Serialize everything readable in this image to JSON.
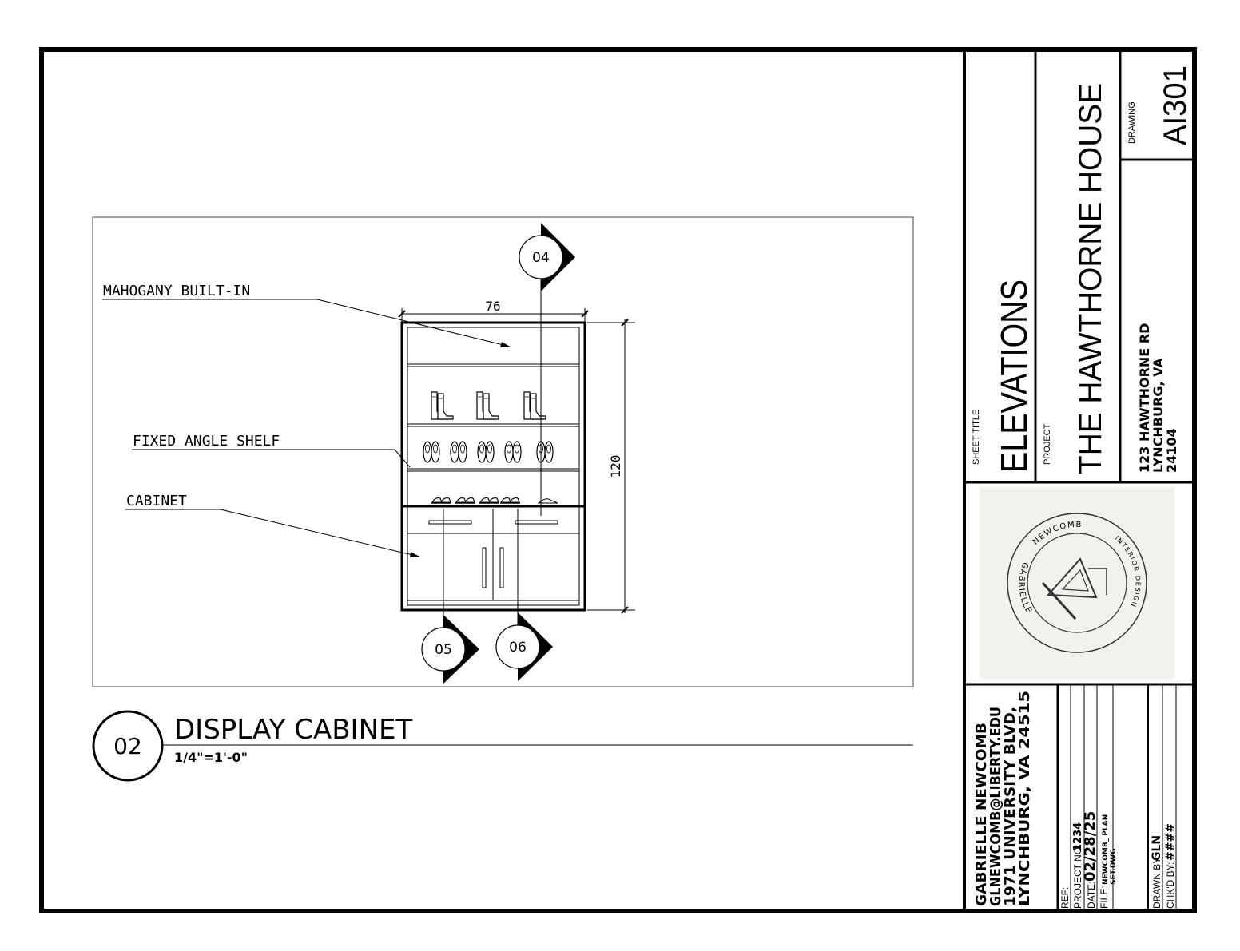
{
  "drawing": {
    "callouts": {
      "mahogany": "MAHOGANY BUILT-IN",
      "shelf": "FIXED ANGLE SHELF",
      "cabinet": "CABINET"
    },
    "dimensions": {
      "width": "76",
      "height": "120"
    },
    "section_markers": [
      "04",
      "05",
      "06"
    ],
    "detail": {
      "number": "02",
      "title": "DISPLAY CABINET",
      "scale": "1/4\"=1'-0\""
    }
  },
  "title_block": {
    "sheet_title_label": "SHEET TITLE",
    "sheet_title": "ELEVATIONS",
    "project_label": "PROJECT",
    "project": "THE HAWTHORNE HOUSE",
    "address": [
      "123 HAWTHORNE RD",
      "LYNCHBURG, VA",
      "24104"
    ],
    "drawing_label": "DRAWING",
    "drawing_number": "AI301",
    "logo": {
      "top_text": "NEWCOMB",
      "left_text": "GABRIELLE",
      "right_text": "INTERIOR DESIGN"
    },
    "designer": [
      "GABRIELLE NEWCOMB",
      "GLNEWCOMB@LIBERTY.EDU",
      "1971 UNIVERSITY BLVD,",
      "LYNCHBURG, VA 24515"
    ],
    "info": {
      "ref": "REF:",
      "project_no_label": "PROJECT NO:",
      "project_no": "1234",
      "date_label": "DATE:",
      "date": "02/28/25",
      "file_label": "FILE:",
      "file_1": "NEWCOMB_  PLAN",
      "file_2": "SET.DWG",
      "drawn_label": "DRAWN BY:",
      "drawn": "GLN",
      "checked_label": "CHK'D BY:",
      "checked": "####"
    }
  }
}
